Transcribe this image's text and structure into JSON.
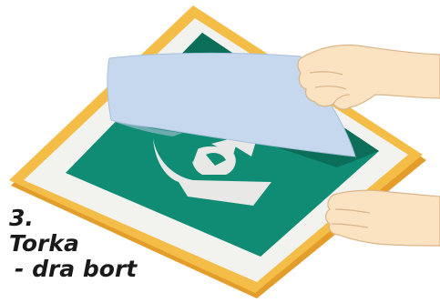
{
  "caption": {
    "step": "3.",
    "title": "Torka",
    "subtitle": "- dra bort"
  },
  "colors": {
    "frame_gold": "#f0b43c",
    "frame_inner": "#f2f2ee",
    "screen_green": "#0f8c73",
    "screen_dark_green": "#0b6e58",
    "stencil_light": "#e8e8e6",
    "sheet_blue": "#c5d8ee",
    "skin": "#fbe3c2",
    "skin_shadow": "#e8c49a",
    "text": "#1a1a1a"
  }
}
